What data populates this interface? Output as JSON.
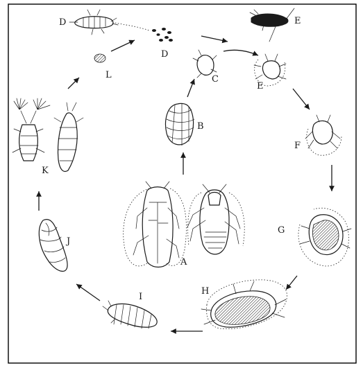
{
  "labels": {
    "A": "A",
    "B": "B",
    "C": "C",
    "D_top": "D",
    "D_eggs": "D",
    "E_top": "E",
    "E_mid": "E",
    "F": "F",
    "G": "G",
    "H": "H",
    "I": "I",
    "J": "J",
    "K": "K",
    "L": "L"
  },
  "style": {
    "ink": "#1a1a1a",
    "background": "#ffffff",
    "frame": "#000000"
  }
}
